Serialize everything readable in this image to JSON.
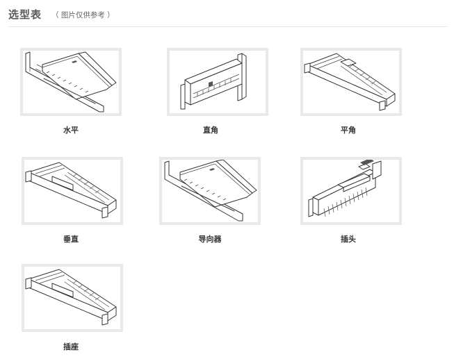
{
  "header": {
    "title": "选型表",
    "note": "（ 图片仅供参考 ）"
  },
  "products": [
    {
      "label": "水平"
    },
    {
      "label": "直角"
    },
    {
      "label": "平角"
    },
    {
      "label": "垂直"
    },
    {
      "label": "导向器"
    },
    {
      "label": "插头"
    },
    {
      "label": "插座"
    }
  ]
}
